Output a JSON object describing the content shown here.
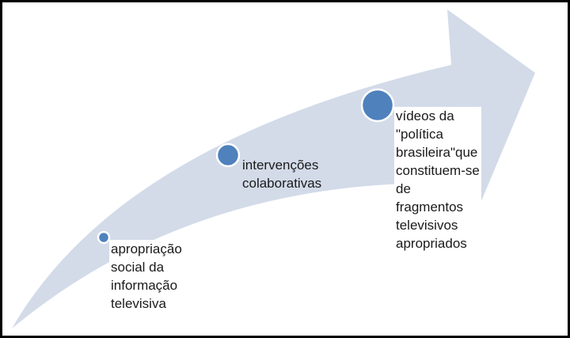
{
  "colors": {
    "arrow": "#d3dbe9",
    "circle": "#4f81bd",
    "text": "#1a1a1a"
  },
  "steps": [
    {
      "label": "apropriação\nsocial da\ninformação\ntelevisiva"
    },
    {
      "label": "intervenções\ncolaborativas"
    },
    {
      "label": "vídeos da\n\"política\nbrasileira\"que\nconstituem-se\nde\nfragmentos\ntelevisivos\napropriados"
    }
  ]
}
